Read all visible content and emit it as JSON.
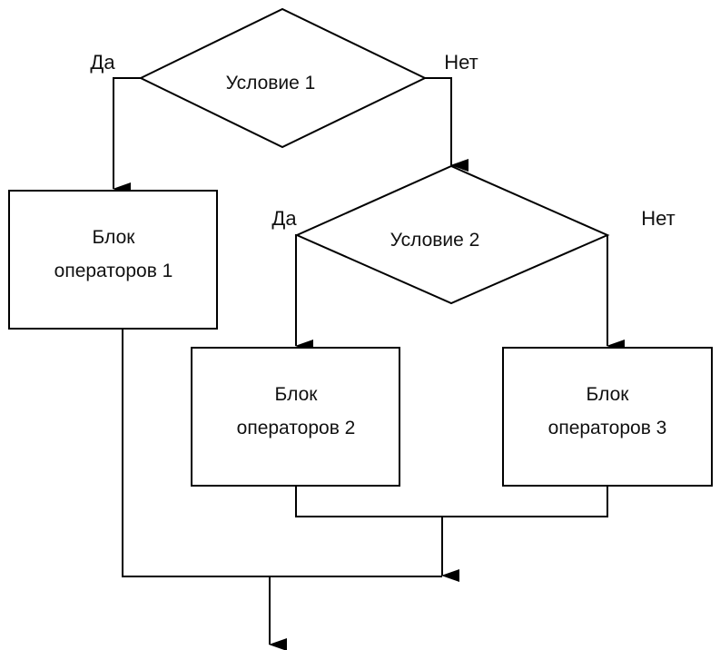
{
  "decisions": [
    {
      "label": "Условие 1",
      "yes_label": "Да",
      "no_label": "Нет"
    },
    {
      "label": "Условие 2",
      "yes_label": "Да",
      "no_label": "Нет"
    }
  ],
  "blocks": [
    {
      "line1": "Блок",
      "line2": "операторов 1"
    },
    {
      "line1": "Блок",
      "line2": "операторов 2"
    },
    {
      "line1": "Блок",
      "line2": "операторов 3"
    }
  ],
  "colors": {
    "stroke": "#000000",
    "background": "#ffffff"
  }
}
